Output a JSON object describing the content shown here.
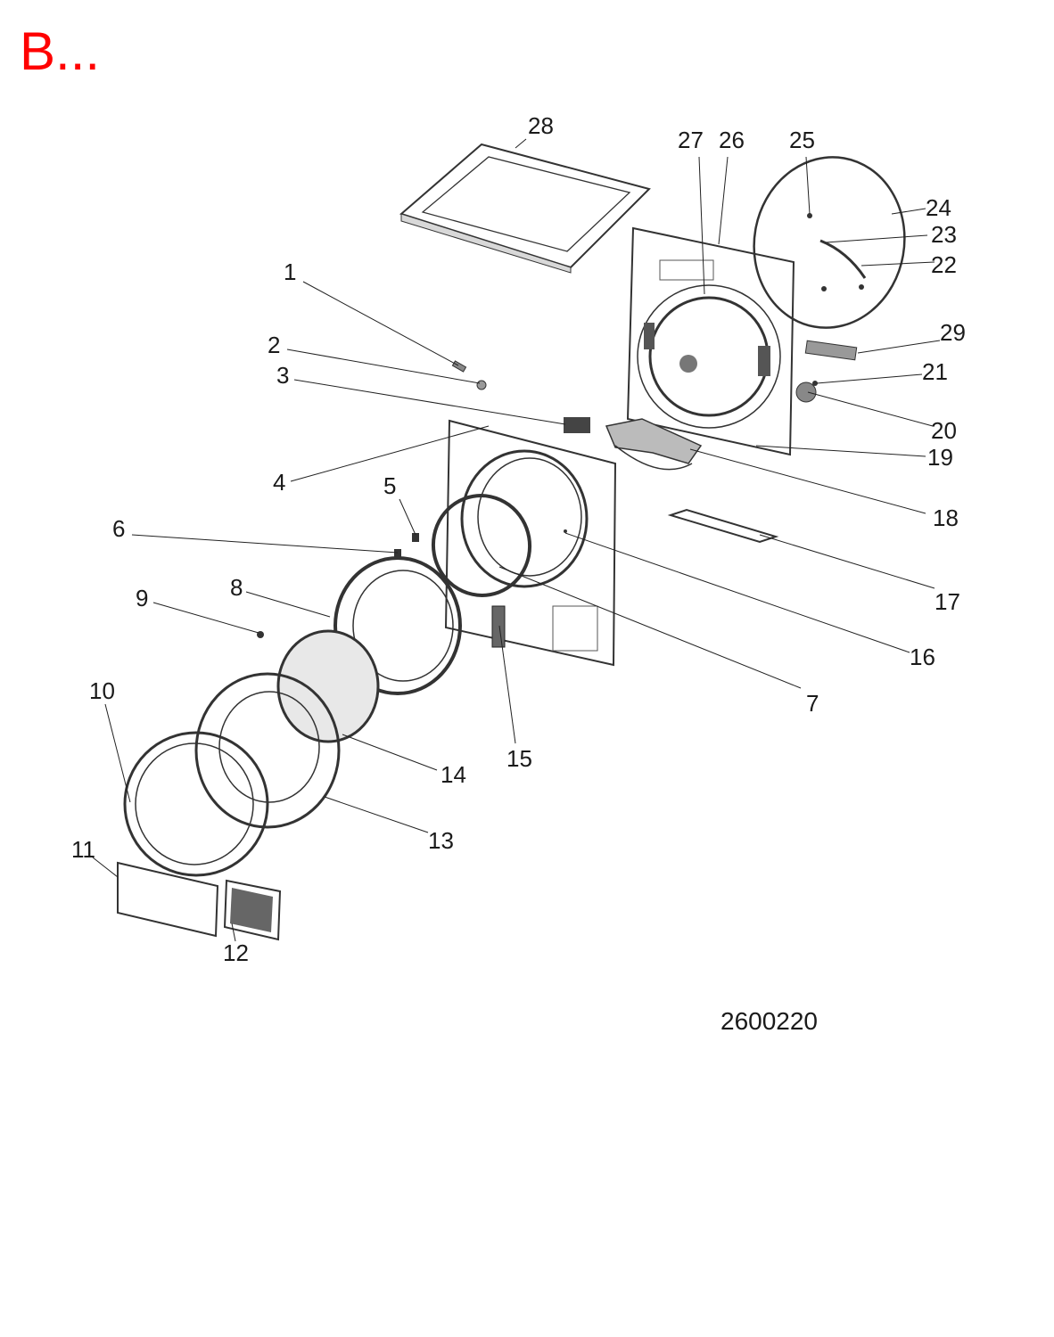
{
  "header": {
    "title": "B...",
    "title_color": "#ff0000"
  },
  "diagram": {
    "callouts": [
      "1",
      "2",
      "3",
      "4",
      "5",
      "6",
      "7",
      "8",
      "9",
      "10",
      "11",
      "12",
      "13",
      "14",
      "15",
      "16",
      "17",
      "18",
      "19",
      "20",
      "21",
      "22",
      "23",
      "24",
      "25",
      "26",
      "27",
      "28",
      "29"
    ],
    "drawing_number": "2600220"
  }
}
